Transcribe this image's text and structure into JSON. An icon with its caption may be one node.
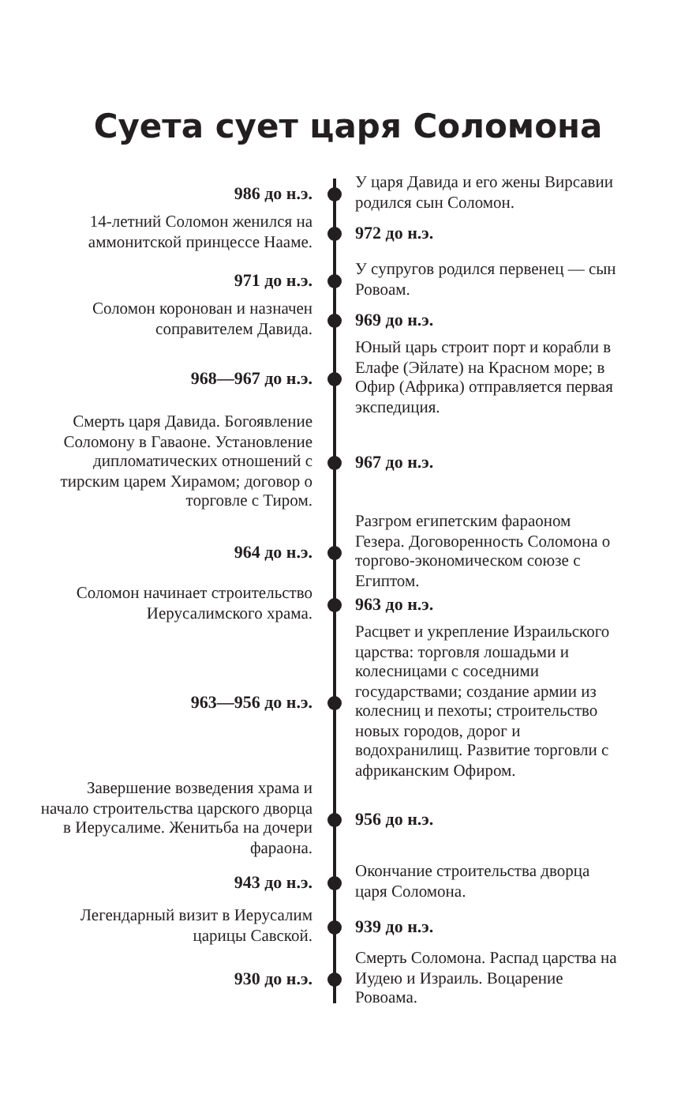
{
  "diagram": {
    "title": "Суета сует царя Соломона",
    "labels": [
      "986 до н.э.",
      "У царя Давида и его жены Вирсавии родился сын Соломон.",
      "14-летний Соломон женился на аммонитской принцессе Нааме.",
      "972 до н.э.",
      "971 до н.э.",
      "У супругов родился первенец — сын Ровоам.",
      "Соломон коронован и назначен соправителем Давида.",
      "969 до н.э.",
      "968—967 до н.э.",
      "Юный царь строит порт и корабли в Елафе (Эйлате) на Красном море; в Офир (Африка) отправляется первая экспедиция.",
      "Смерть царя Давида. Богоявление Соломону в Гаваоне. Установление дипломатических отношений с тирским царем Хирамом; договор о торговле с Тиром.",
      "967 до н.э.",
      "964 до н.э.",
      "Разгром египетским фараоном Гезера. Договоренность Соломона о торгово-экономическом союзе с Египтом.",
      "Соломон начинает строительство Иерусалимского храма.",
      "963 до н.э.",
      "963—956 до н.э.",
      "Расцвет и укрепление Израильского царства: торговля лошадьми и колесницами с соседними государствами; создание армии из колесниц и пехоты; строительство новых городов, дорог и водохранилищ. Развитие торговли с африканским Офиром.",
      "Завершение возведения храма и начало строительства царского дворца в Иерусалиме. Женитьба на дочери фараона.",
      "956 до н.э.",
      "943 до н.э.",
      "Окончание строительства дворца царя Соломона.",
      "Легендарный визит в Иерусалим царицы Савской.",
      "939 до н.э.",
      "930 до н.э.",
      "Смерть Соломона. Распад царства на Иудею и Израиль. Воцарение Ровоама."
    ]
  }
}
